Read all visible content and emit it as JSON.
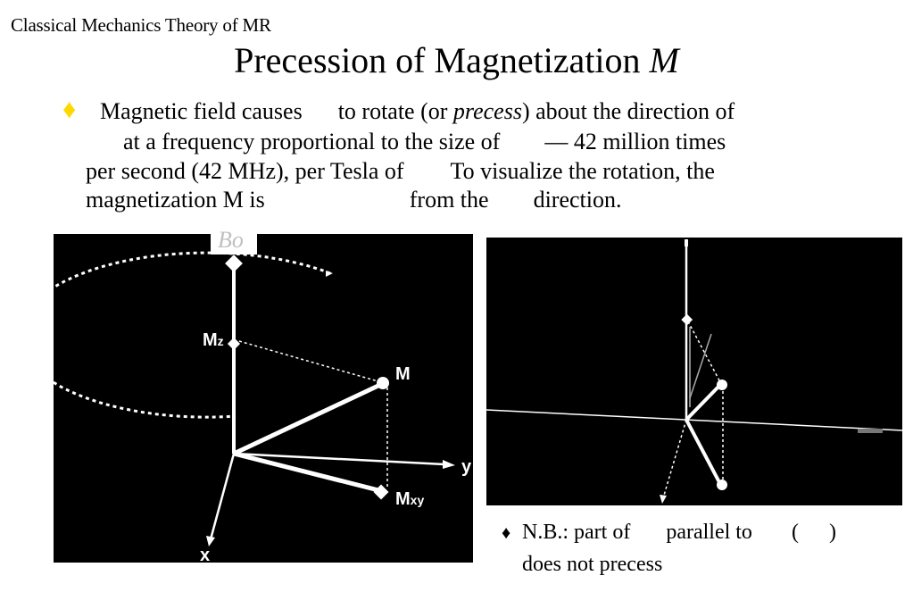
{
  "header": {
    "text": "Classical Mechanics Theory of MR"
  },
  "title": {
    "text": "Precession of Magnetization ",
    "italic": "M"
  },
  "bullet": {
    "symbol": "♦",
    "color": "#ffd800",
    "lines": {
      "l1a": "Magnetic field causes",
      "l1b": "to rotate (or ",
      "l1c": "precess",
      "l1d": ") about the direction of",
      "l2a": "at a frequency proportional to the size of",
      "l2b": "— 42 million times",
      "l3a": "per second (42 MHz), per Tesla of",
      "l3b": "To visualize the rotation, the",
      "l4a": "magnetization M is",
      "l4b": "from the",
      "l4c": "direction."
    }
  },
  "figure1": {
    "field_label": "Bo",
    "labels": {
      "mz": "M",
      "mz_sub": "z",
      "m": "M",
      "mxy": "M",
      "mxy_sub": "xy",
      "y": "y",
      "x": "x"
    }
  },
  "note": {
    "symbol": "♦",
    "line1a": "N.B.: part of",
    "line1b": "parallel to",
    "line1c": "(",
    "line1d": ")",
    "line2": "does not precess"
  }
}
